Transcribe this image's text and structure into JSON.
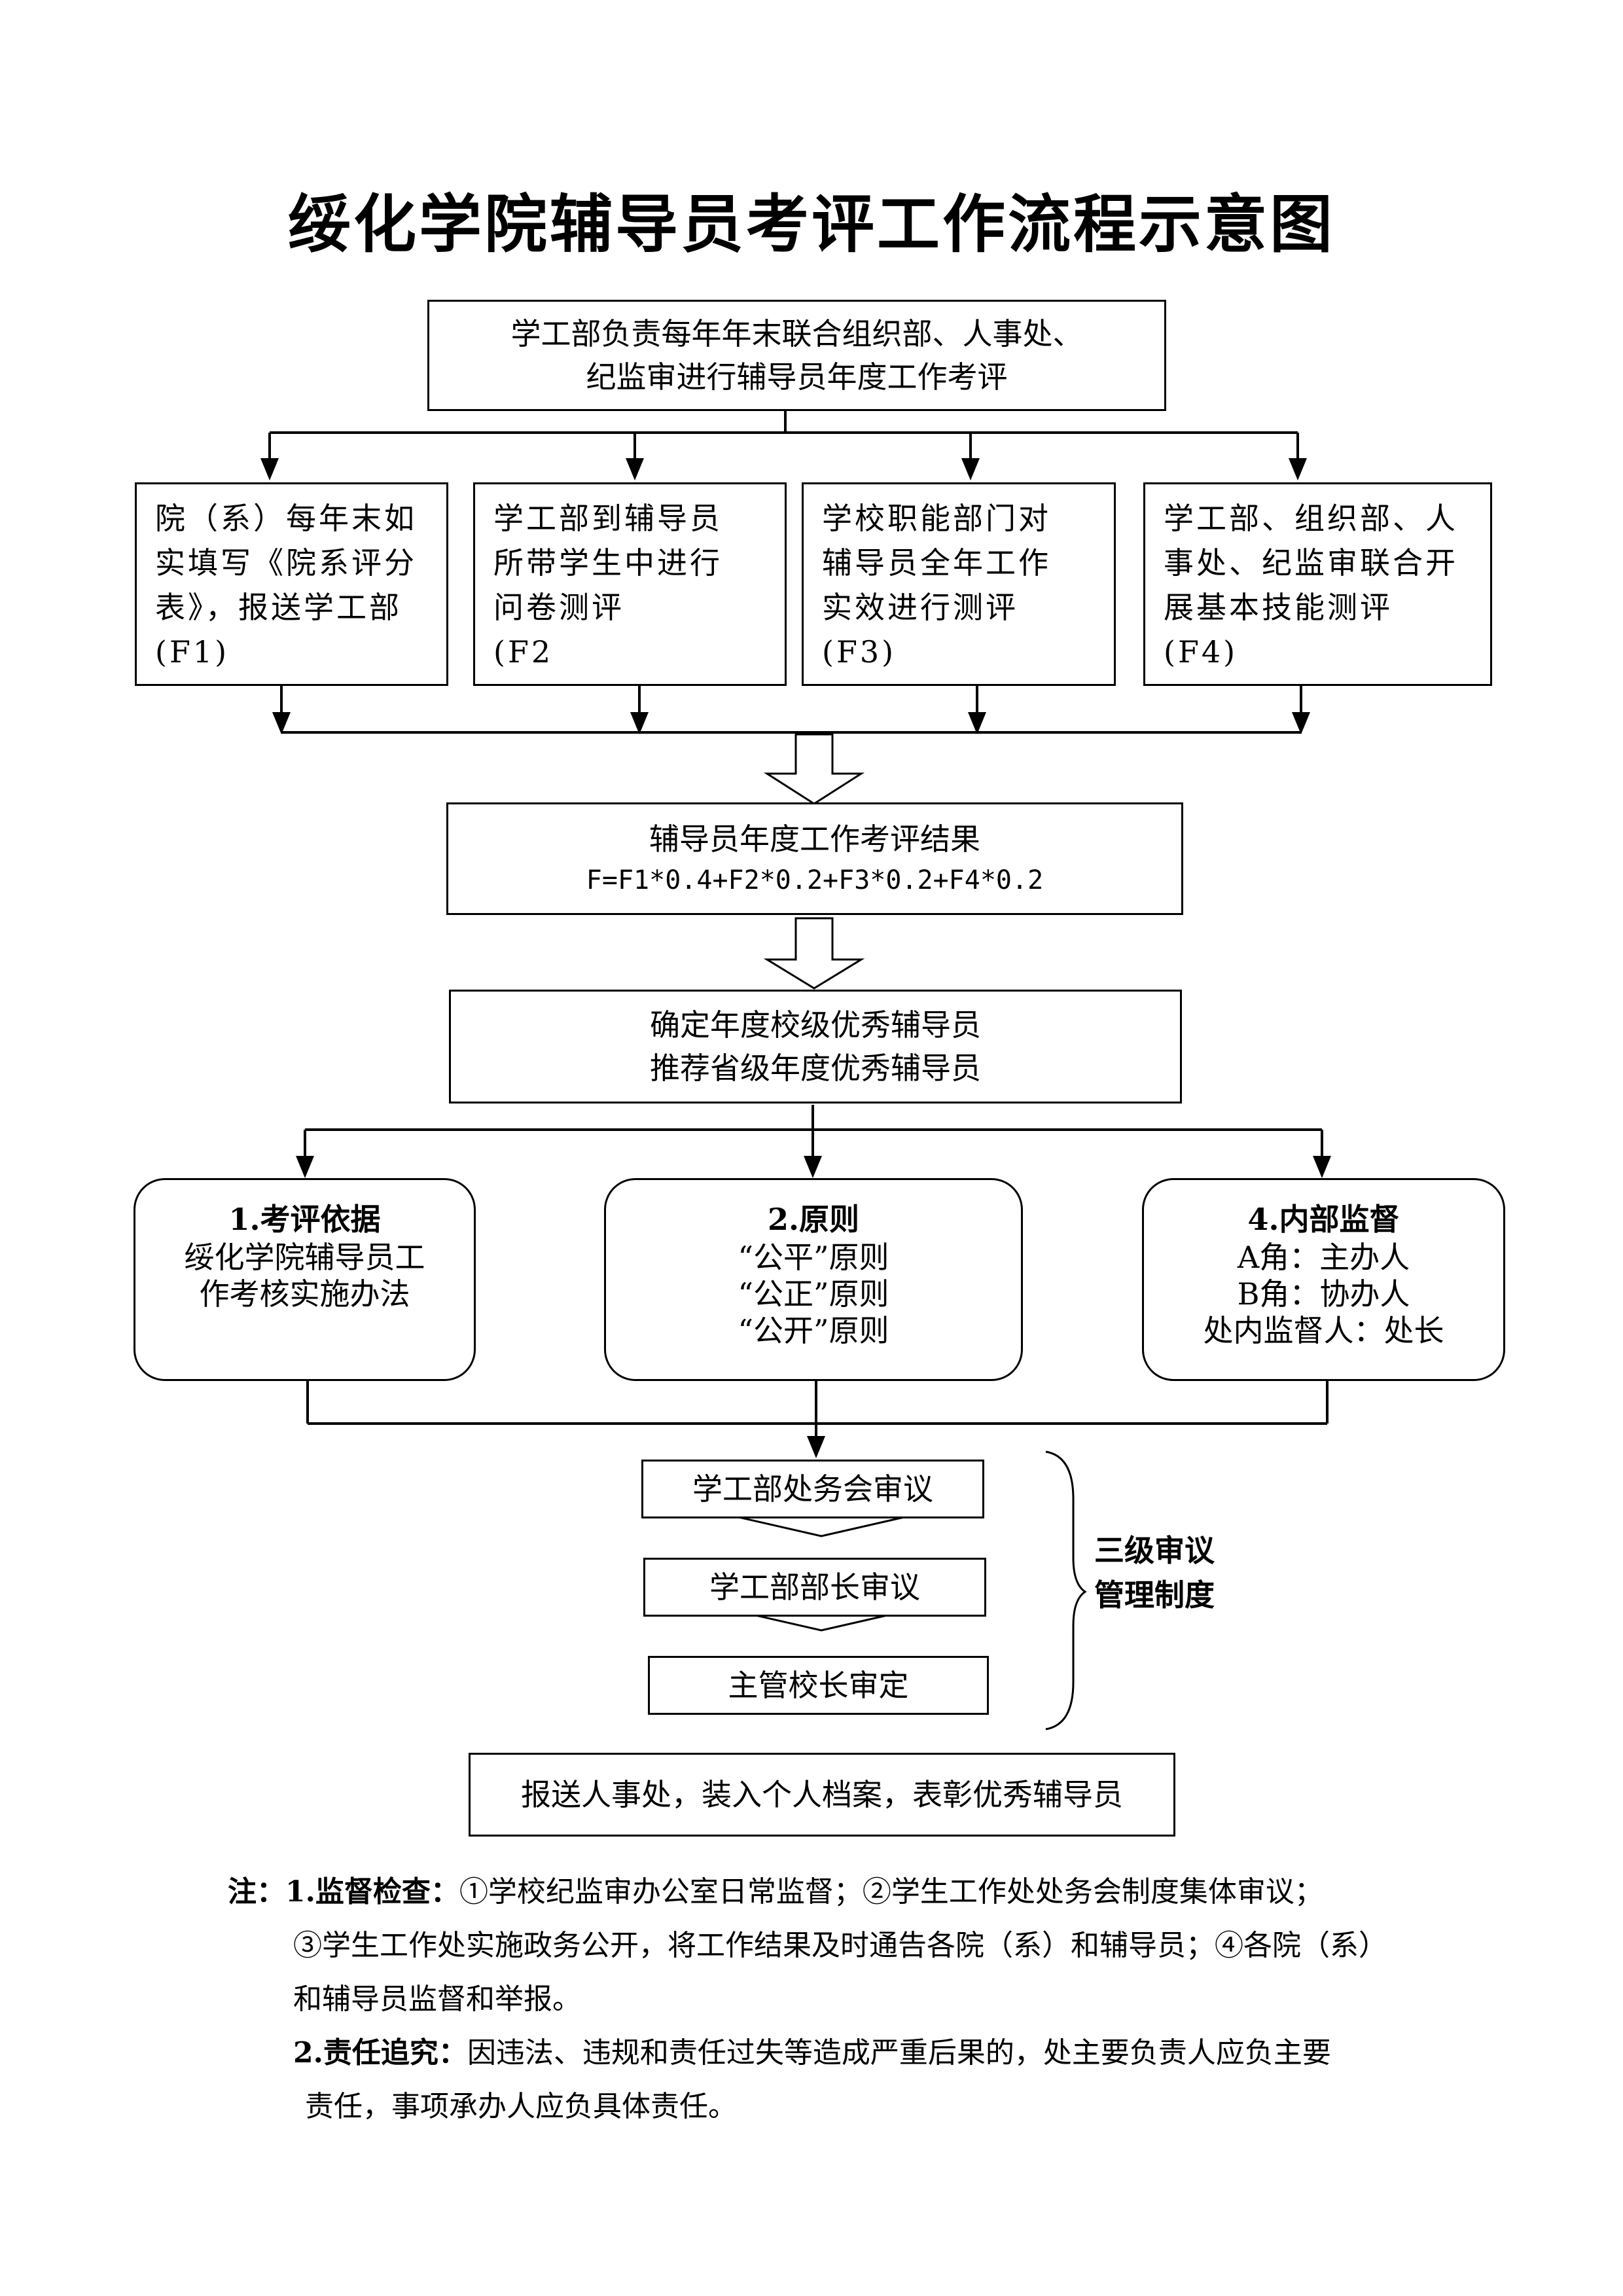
{
  "title": "绥化学院辅导员考评工作流程示意图",
  "top_box": {
    "line1": "学工部负责每年年末联合组织部、人事处、",
    "line2": "纪监审进行辅导员年度工作考评"
  },
  "f_boxes": [
    {
      "lines": [
        "院（系）每年末如",
        "实填写《院系评分",
        "表》，报送学工部",
        "(F1)"
      ]
    },
    {
      "lines": [
        "学工部到辅导员",
        "所带学生中进行",
        "问卷测评",
        "(F2"
      ]
    },
    {
      "lines": [
        "学校职能部门对",
        "辅导员全年工作",
        "实效进行测评",
        "(F3)"
      ]
    },
    {
      "lines": [
        "学工部、组织部、人",
        "事处、纪监审联合开",
        "展基本技能测评",
        "(F4)"
      ]
    }
  ],
  "result_box": {
    "line1": "辅导员年度工作考评结果",
    "formula": "F=F1*0.4+F2*0.2+F3*0.2+F4*0.2"
  },
  "excellent_box": {
    "line1": "确定年度校级优秀辅导员",
    "line2": "推荐省级年度优秀辅导员"
  },
  "basis_box": {
    "heading": "1.考评依据",
    "line1": "绥化学院辅导员工",
    "line2": "作考核实施办法"
  },
  "principle_box": {
    "heading": "2.原则",
    "line1": "“公平”原则",
    "line2": "“公正”原则",
    "line3": "“公开”原则"
  },
  "supervision_box": {
    "heading": "4.内部监督",
    "line1": "A角：主办人",
    "line2": "B角：协办人",
    "line3": "处内监督人：处长"
  },
  "review_steps": [
    "学工部处务会审议",
    "学工部部长审议",
    "主管校长审定"
  ],
  "review_label": {
    "line1": "三级审议",
    "line2": "管理制度"
  },
  "final_box": "报送人事处，装入个人档案，表彰优秀辅导员",
  "notes": {
    "prefix": "注：",
    "item1_head": "1.监督检查：",
    "item1_line1": "①学校纪监审办公室日常监督；②学生工作处处务会制度集体审议；",
    "item1_line2": "③学生工作处实施政务公开，将工作结果及时通告各院（系）和辅导员；④各院（系）",
    "item1_line3": "和辅导员监督和举报。",
    "item2_head": "2.责任追究：",
    "item2_line1": "因违法、违规和责任过失等造成严重后果的，处主要负责人应负主要",
    "item2_line2": "责任，事项承办人应负具体责任。"
  }
}
